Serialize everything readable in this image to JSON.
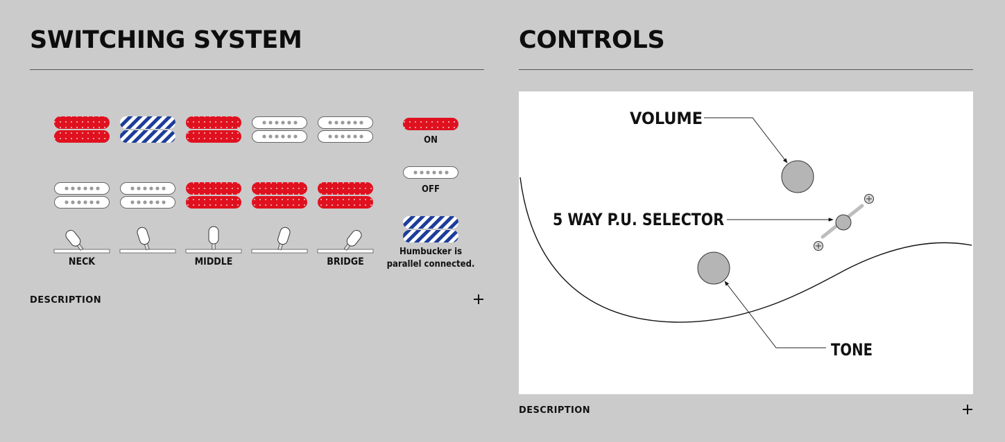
{
  "switching": {
    "title": "SWITCHING SYSTEM",
    "positions": [
      {
        "label": "NECK",
        "upper": "on",
        "lower": "off",
        "lever": "neck"
      },
      {
        "label": "",
        "upper": "parallel",
        "lower": "off",
        "lever": "neck-mid"
      },
      {
        "label": "MIDDLE",
        "upper": "on",
        "lower": "on",
        "lever": "middle"
      },
      {
        "label": "",
        "upper": "split",
        "lower": "on",
        "lever": "mid-bridge"
      },
      {
        "label": "BRIDGE",
        "upper": "off",
        "lower": "on",
        "lever": "bridge"
      }
    ],
    "legend": {
      "on": "ON",
      "off": "OFF",
      "parallel_line1": "Humbucker is",
      "parallel_line2": "parallel connected."
    },
    "colors": {
      "on": "#e0111f",
      "parallel": "#1d3d9a",
      "off_fill": "#ffffff"
    },
    "description_label": "DESCRIPTION"
  },
  "controls": {
    "title": "CONTROLS",
    "volume_label": "VOLUME",
    "selector_label": "5 WAY P.U. SELECTOR",
    "tone_label": "TONE",
    "description_label": "DESCRIPTION"
  }
}
